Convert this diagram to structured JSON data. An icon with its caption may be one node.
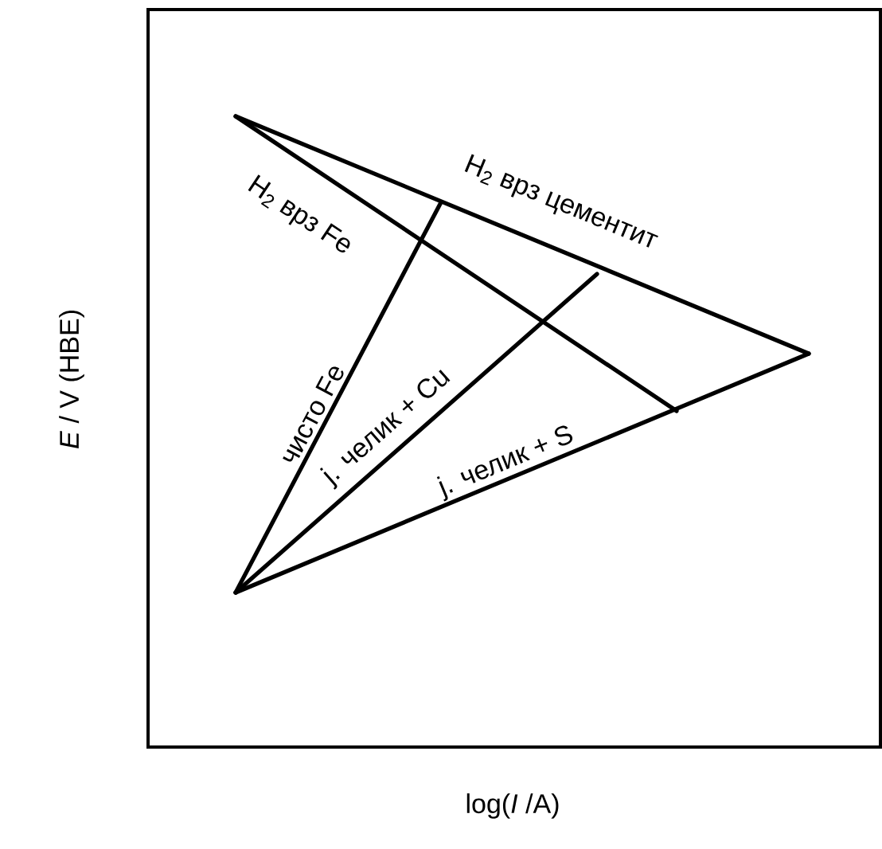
{
  "diagram": {
    "labels": [
      "H$_{2}$ врз цементит",
      "H$_{2}$ врз Fe",
      "чисто Fe",
      "ј. челик + Cu",
      "ј. челик + S",
      "*E* / V (НВЕ)",
      "log(*I*  /A)"
    ]
  }
}
